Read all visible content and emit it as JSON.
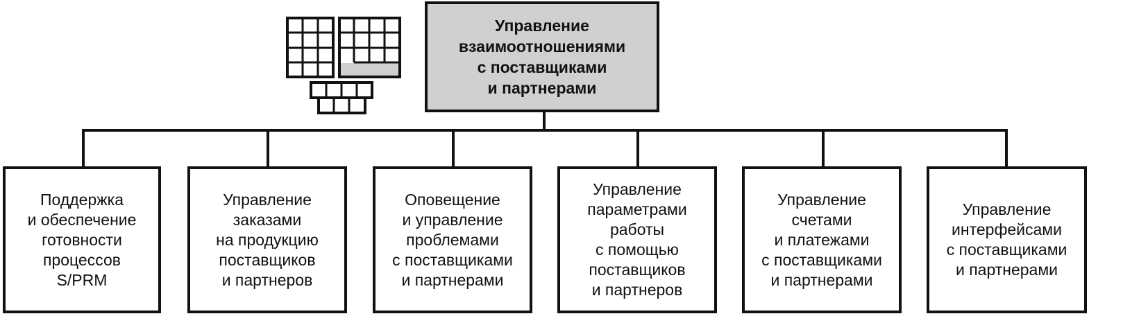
{
  "root": {
    "label": "Управление\nвзаимоотношениями\nс поставщиками\nи партнерами"
  },
  "children": [
    {
      "label": "Поддержка\nи обеспечение\nготовности\nпроцессов\nS/PRM"
    },
    {
      "label": "Управление\nзаказами\nна продукцию\nпоставщиков\nи партнеров"
    },
    {
      "label": "Оповещение\nи управление\nпроблемами\nс поставщиками\nи партнерами"
    },
    {
      "label": "Управление\nпараметрами\nработы\nс помощью\nпоставщиков\nи партнеров"
    },
    {
      "label": "Управление\nсчетами\nи платежами\nс поставщиками\nи партнерами"
    },
    {
      "label": "Управление\nинтерфейсами\nс поставщиками\nи партнерами"
    }
  ],
  "colors": {
    "root_fill": "#d0d0d0",
    "line": "#111111"
  },
  "icon": "grid-blocks-icon"
}
